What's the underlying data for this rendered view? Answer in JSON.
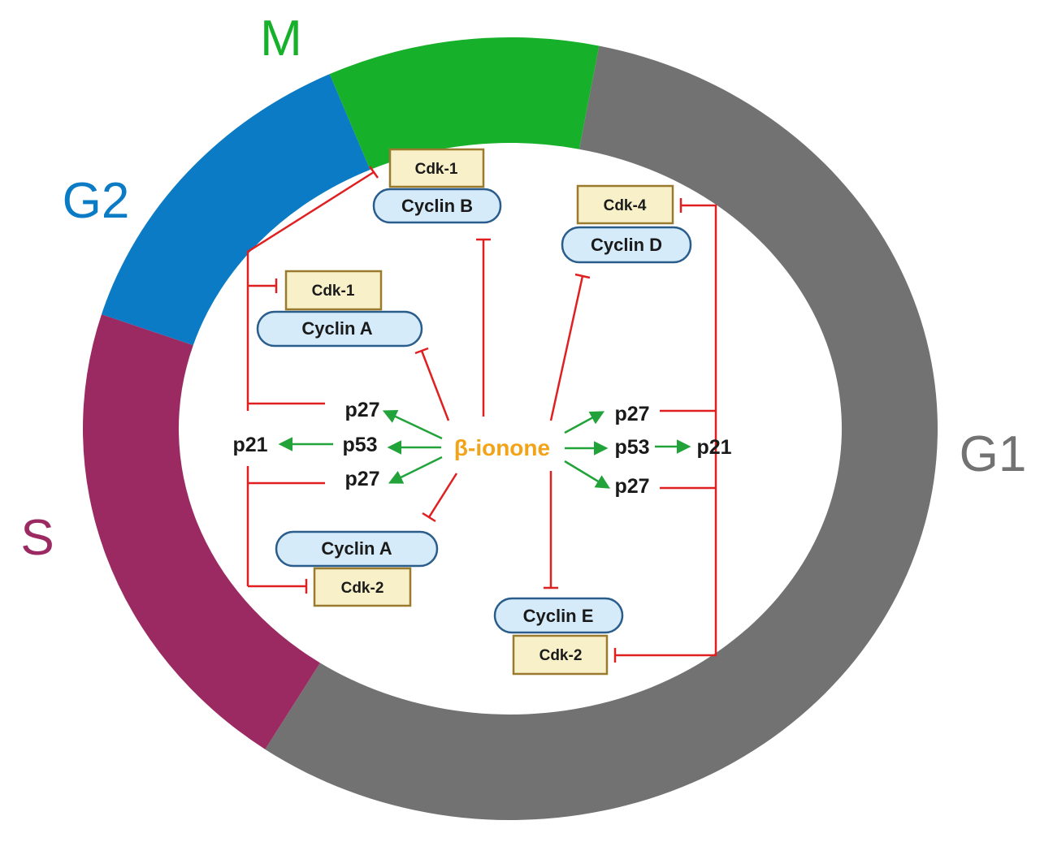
{
  "phases": {
    "m": {
      "label": "M",
      "color": "#17b02a"
    },
    "g2": {
      "label": "G2",
      "color": "#0a7bc4"
    },
    "s": {
      "label": "S",
      "color": "#9c2a62"
    },
    "g1": {
      "label": "G1",
      "color": "#727272"
    }
  },
  "center": {
    "label": "β-ionone",
    "color": "#f2a318"
  },
  "left": {
    "p27_top": "p27",
    "p53": "p53",
    "p27_bottom": "p27",
    "p21": "p21"
  },
  "right": {
    "p27_top": "p27",
    "p53": "p53",
    "p27_bottom": "p27",
    "p21": "p21"
  },
  "complexes": {
    "b": {
      "cdk": "Cdk-1",
      "cyclin": "Cyclin B"
    },
    "a_top": {
      "cdk": "Cdk-1",
      "cyclin": "Cyclin A"
    },
    "a_bottom": {
      "cyclin": "Cyclin A",
      "cdk": "Cdk-2"
    },
    "d": {
      "cdk": "Cdk-4",
      "cyclin": "Cyclin D"
    },
    "e": {
      "cyclin": "Cyclin E",
      "cdk": "Cdk-2"
    }
  },
  "colors": {
    "inhibition": "#e02020",
    "activation": "#22a33a"
  }
}
